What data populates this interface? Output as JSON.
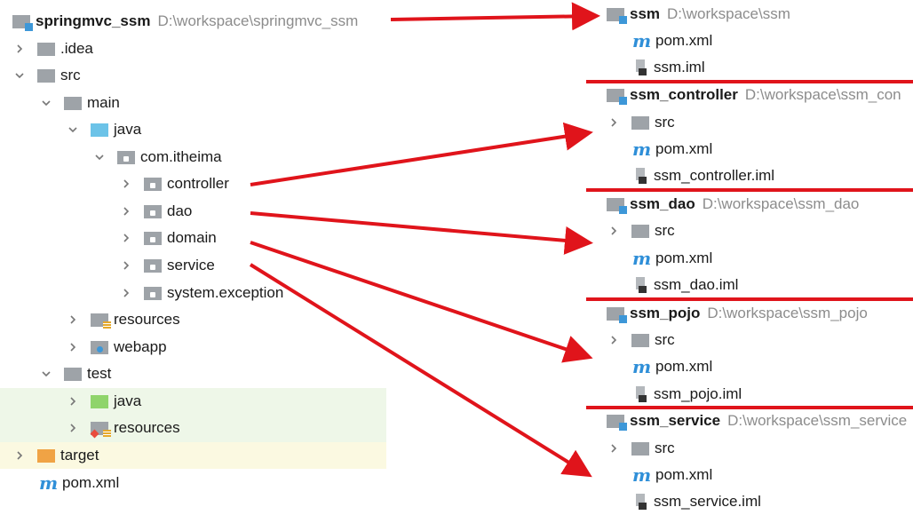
{
  "left_tree": {
    "root_name": "springmvc_ssm",
    "root_path": "D:\\workspace\\springmvc_ssm",
    "idea": ".idea",
    "src": "src",
    "main": "main",
    "java": "java",
    "package": "com.itheima",
    "controller": "controller",
    "dao": "dao",
    "domain": "domain",
    "service": "service",
    "exception": "system.exception",
    "resources": "resources",
    "webapp": "webapp",
    "test": "test",
    "test_java": "java",
    "test_resources": "resources",
    "target": "target",
    "pom": "pom.xml"
  },
  "modules": [
    {
      "name": "ssm",
      "path": "D:\\workspace\\ssm",
      "src": "",
      "pom": "pom.xml",
      "iml": "ssm.iml"
    },
    {
      "name": "ssm_controller",
      "path": "D:\\workspace\\ssm_con",
      "src": "src",
      "pom": "pom.xml",
      "iml": "ssm_controller.iml"
    },
    {
      "name": "ssm_dao",
      "path": "D:\\workspace\\ssm_dao",
      "src": "src",
      "pom": "pom.xml",
      "iml": "ssm_dao.iml"
    },
    {
      "name": "ssm_pojo",
      "path": "D:\\workspace\\ssm_pojo",
      "src": "src",
      "pom": "pom.xml",
      "iml": "ssm_pojo.iml"
    },
    {
      "name": "ssm_service",
      "path": "D:\\workspace\\ssm_service",
      "src": "src",
      "pom": "pom.xml",
      "iml": "ssm_service.iml"
    }
  ],
  "colors": {
    "arrow": "#e0141b",
    "folder": "#9ea3a8",
    "source_folder": "#6cc3e8",
    "test_folder": "#8fd46b",
    "excluded_folder": "#f0a345"
  }
}
